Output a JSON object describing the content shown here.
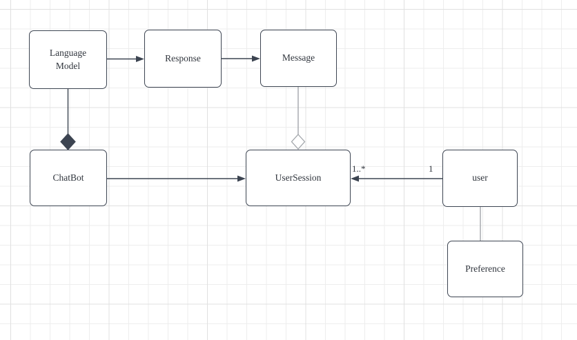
{
  "nodes": {
    "language_model": {
      "label": "Language\nModel"
    },
    "response": {
      "label": "Response"
    },
    "message": {
      "label": "Message"
    },
    "chatbot": {
      "label": "ChatBot"
    },
    "user_session": {
      "label": "UserSession"
    },
    "user": {
      "label": "user"
    },
    "preference": {
      "label": "Preference"
    }
  },
  "edges": {
    "language_model_to_response": {
      "type": "directed-association",
      "from": "Language Model",
      "to": "Response"
    },
    "response_to_message": {
      "type": "directed-association",
      "from": "Response",
      "to": "Message"
    },
    "language_model_composition": {
      "type": "composition",
      "diamond": "filled",
      "from": "Language Model",
      "diamond_at": "ChatBot"
    },
    "message_aggregation": {
      "type": "aggregation",
      "diamond": "hollow",
      "from": "Message",
      "diamond_at": "UserSession"
    },
    "chatbot_to_user_session": {
      "type": "directed-association",
      "from": "ChatBot",
      "to": "UserSession"
    },
    "user_to_user_session": {
      "type": "directed-association",
      "from": "user",
      "to": "UserSession",
      "source_multiplicity": "1",
      "target_multiplicity": "1..*"
    },
    "user_to_preference": {
      "type": "association",
      "from": "user",
      "to": "Preference"
    }
  },
  "colors": {
    "node_border": "#3c4451",
    "node_fill": "#ffffff",
    "text_color": "#30353d",
    "connector_dark": "#3c4451",
    "connector_light": "#a2a6ab",
    "grid_minor": "#ededed",
    "grid_major": "#e0e0e0"
  }
}
